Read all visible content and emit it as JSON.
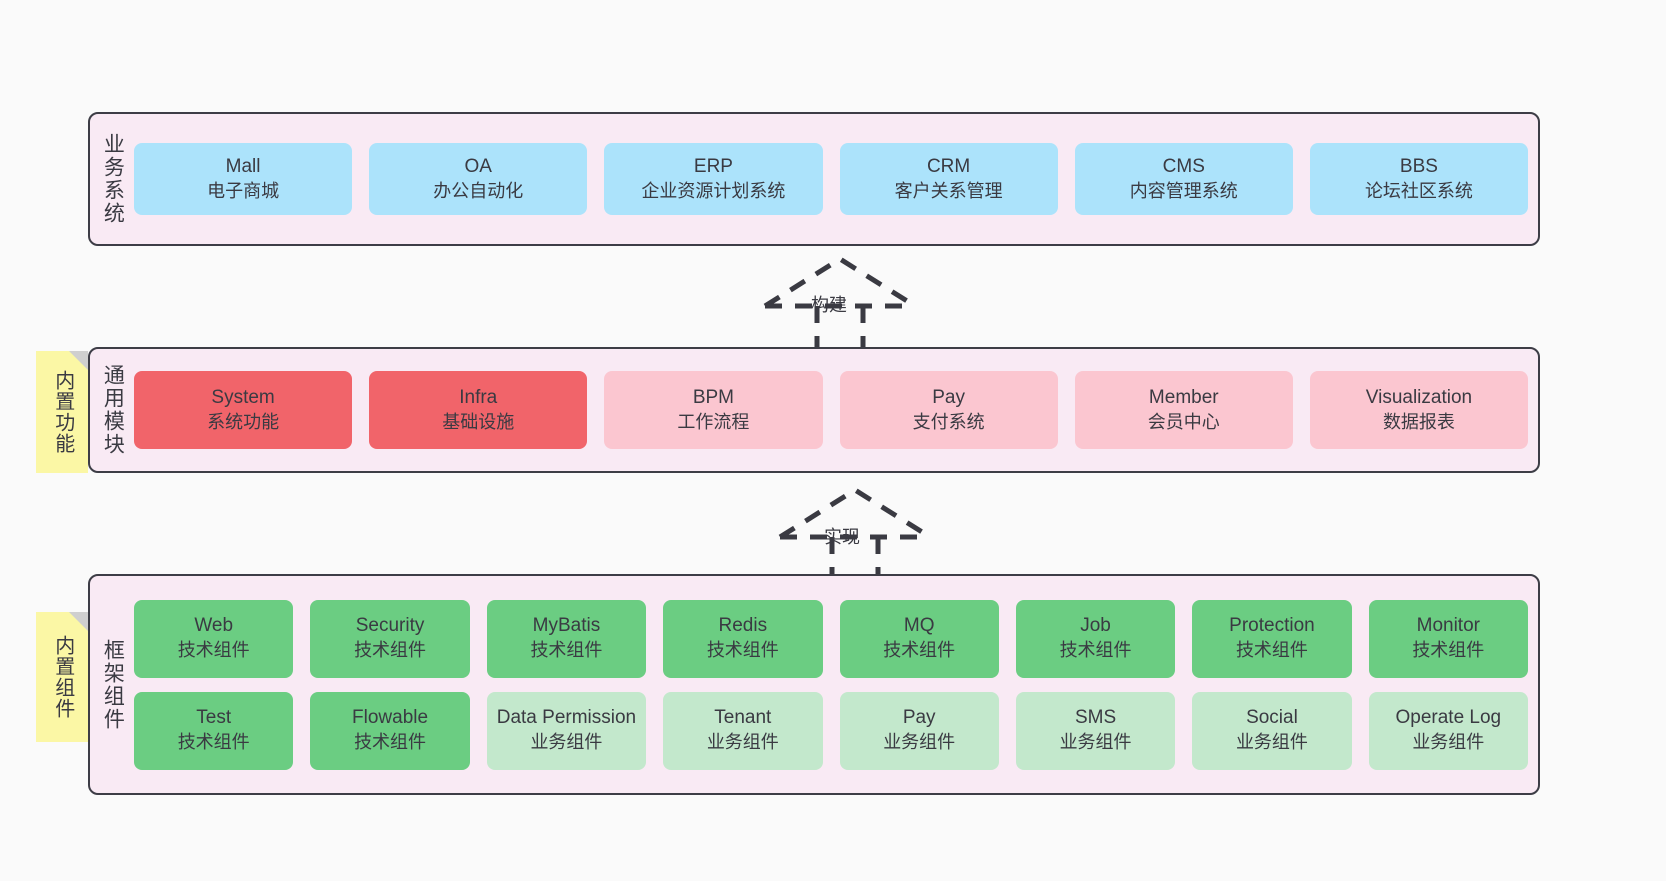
{
  "layers": [
    {
      "id": "business",
      "title": "业务系统",
      "rows": [
        {
          "nodes": [
            {
              "en": "Mall",
              "cn": "电子商城",
              "color": "#ace3fb"
            },
            {
              "en": "OA",
              "cn": "办公自动化",
              "color": "#ace3fb"
            },
            {
              "en": "ERP",
              "cn": "企业资源计划系统",
              "color": "#ace3fb"
            },
            {
              "en": "CRM",
              "cn": "客户关系管理",
              "color": "#ace3fb"
            },
            {
              "en": "CMS",
              "cn": "内容管理系统",
              "color": "#ace3fb"
            },
            {
              "en": "BBS",
              "cn": "论坛社区系统",
              "color": "#ace3fb"
            }
          ]
        }
      ]
    },
    {
      "id": "common",
      "title": "通用模块",
      "rows": [
        {
          "nodes": [
            {
              "en": "System",
              "cn": "系统功能",
              "color": "#f1646a"
            },
            {
              "en": "Infra",
              "cn": "基础设施",
              "color": "#f1646a"
            },
            {
              "en": "BPM",
              "cn": "工作流程",
              "color": "#fbc6d0"
            },
            {
              "en": "Pay",
              "cn": "支付系统",
              "color": "#fbc6d0"
            },
            {
              "en": "Member",
              "cn": "会员中心",
              "color": "#fbc6d0"
            },
            {
              "en": "Visualization",
              "cn": "数据报表",
              "color": "#fbc6d0"
            }
          ]
        }
      ]
    },
    {
      "id": "frame",
      "title": "框架组件",
      "rows": [
        {
          "nodes": [
            {
              "en": "Web",
              "cn": "技术组件",
              "color": "#6bcd82"
            },
            {
              "en": "Security",
              "cn": "技术组件",
              "color": "#6bcd82"
            },
            {
              "en": "MyBatis",
              "cn": "技术组件",
              "color": "#6bcd82"
            },
            {
              "en": "Redis",
              "cn": "技术组件",
              "color": "#6bcd82"
            },
            {
              "en": "MQ",
              "cn": "技术组件",
              "color": "#6bcd82"
            },
            {
              "en": "Job",
              "cn": "技术组件",
              "color": "#6bcd82"
            },
            {
              "en": "Protection",
              "cn": "技术组件",
              "color": "#6bcd82"
            },
            {
              "en": "Monitor",
              "cn": "技术组件",
              "color": "#6bcd82"
            }
          ]
        },
        {
          "nodes": [
            {
              "en": "Test",
              "cn": "技术组件",
              "color": "#6bcd82"
            },
            {
              "en": "Flowable",
              "cn": "技术组件",
              "color": "#6bcd82"
            },
            {
              "en": "Data Permission",
              "cn": "业务组件",
              "color": "#c3e8cc"
            },
            {
              "en": "Tenant",
              "cn": "业务组件",
              "color": "#c3e8cc"
            },
            {
              "en": "Pay",
              "cn": "业务组件",
              "color": "#c3e8cc"
            },
            {
              "en": "SMS",
              "cn": "业务组件",
              "color": "#c3e8cc"
            },
            {
              "en": "Social",
              "cn": "业务组件",
              "color": "#c3e8cc"
            },
            {
              "en": "Operate Log",
              "cn": "业务组件",
              "color": "#c3e8cc"
            }
          ]
        }
      ]
    }
  ],
  "notes": [
    {
      "id": "note-common",
      "text": "内置功能",
      "color": "#fbf7a5"
    },
    {
      "id": "note-frame",
      "text": "内置组件",
      "color": "#fbf7a5"
    }
  ],
  "arrows": [
    {
      "id": "arrow-build",
      "label": "构建",
      "style": "dashed-hollow-up"
    },
    {
      "id": "arrow-impl",
      "label": "实现",
      "style": "dashed-hollow-up"
    }
  ],
  "palette": {
    "canvas_bg": "#fafafa",
    "layer_bg": "#f9eaf4",
    "layer_border": "#3d3d46",
    "text": "#3a3a42",
    "blue": "#ace3fb",
    "red": "#f1646a",
    "pink": "#fbc6d0",
    "green": "#6bcd82",
    "green_light": "#c3e8cc",
    "note_yellow": "#fbf7a5",
    "note_fold": "#cfcfcf",
    "arrow": "#3a3a42"
  }
}
